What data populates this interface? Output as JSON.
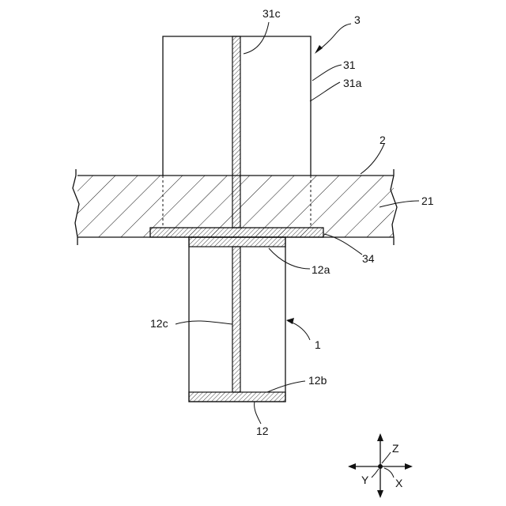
{
  "labels": {
    "l3": "3",
    "l31c": "31c",
    "l31": "31",
    "l31a": "31a",
    "l2": "2",
    "l21": "21",
    "l34": "34",
    "l12a": "12a",
    "l12c": "12c",
    "l1": "1",
    "l12b": "12b",
    "l12": "12"
  },
  "axes": {
    "z": "Z",
    "y": "Y",
    "x": "X"
  }
}
